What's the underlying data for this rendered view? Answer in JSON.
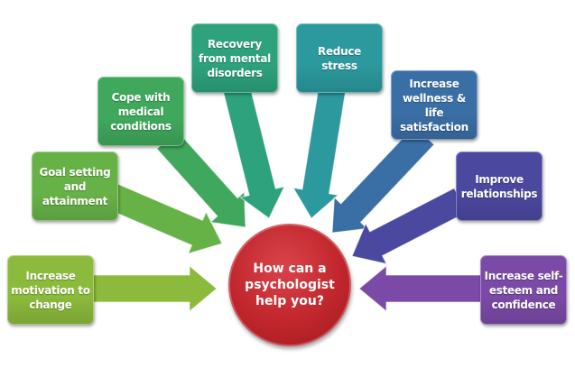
{
  "center": {
    "label": "How can a psychologist help you?",
    "color": "#c0262c"
  },
  "items": [
    {
      "label": "Increase motivation to change",
      "color": "#8cba3c"
    },
    {
      "label": "Goal setting and attainment",
      "color": "#67b247"
    },
    {
      "label": "Cope with medical conditions",
      "color": "#3fa85c"
    },
    {
      "label": "Recovery from mental disorders",
      "color": "#2da27c"
    },
    {
      "label": "Reduce stress",
      "color": "#2b999e"
    },
    {
      "label": "Increase wellness & life satisfaction",
      "color": "#3a6fa6"
    },
    {
      "label": "Improve relationships",
      "color": "#4b489f"
    },
    {
      "label": "Increase self-esteem and confidence",
      "color": "#7a4aa6"
    }
  ]
}
